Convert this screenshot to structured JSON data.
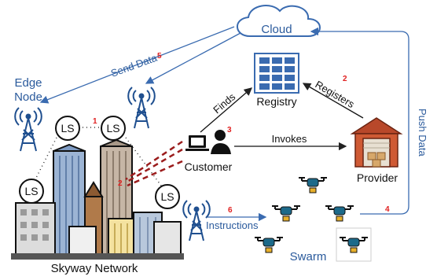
{
  "nodes": {
    "cloud": "Cloud",
    "registry": "Registry",
    "edge_node_line1": "Edge",
    "edge_node_line2": "Node",
    "customer": "Customer",
    "provider": "Provider",
    "swarm": "Swarm",
    "skyway_network": "Skyway Network",
    "ls": "LS"
  },
  "edges": {
    "send_data": "Send Data",
    "finds": "Finds",
    "registers": "Registers",
    "invokes": "Invokes",
    "push_data": "Push Data",
    "instructions": "Instructions"
  },
  "steps": {
    "s1": "1",
    "s2": "2",
    "s2b": "2",
    "s3": "3",
    "s4": "4",
    "s5": "5",
    "s6": "6"
  },
  "colors": {
    "blue_text": "#2a5a9c",
    "arrow_blue": "#3a6bb0",
    "step_red": "#e02020",
    "dashed_red": "#9b1c1c"
  }
}
